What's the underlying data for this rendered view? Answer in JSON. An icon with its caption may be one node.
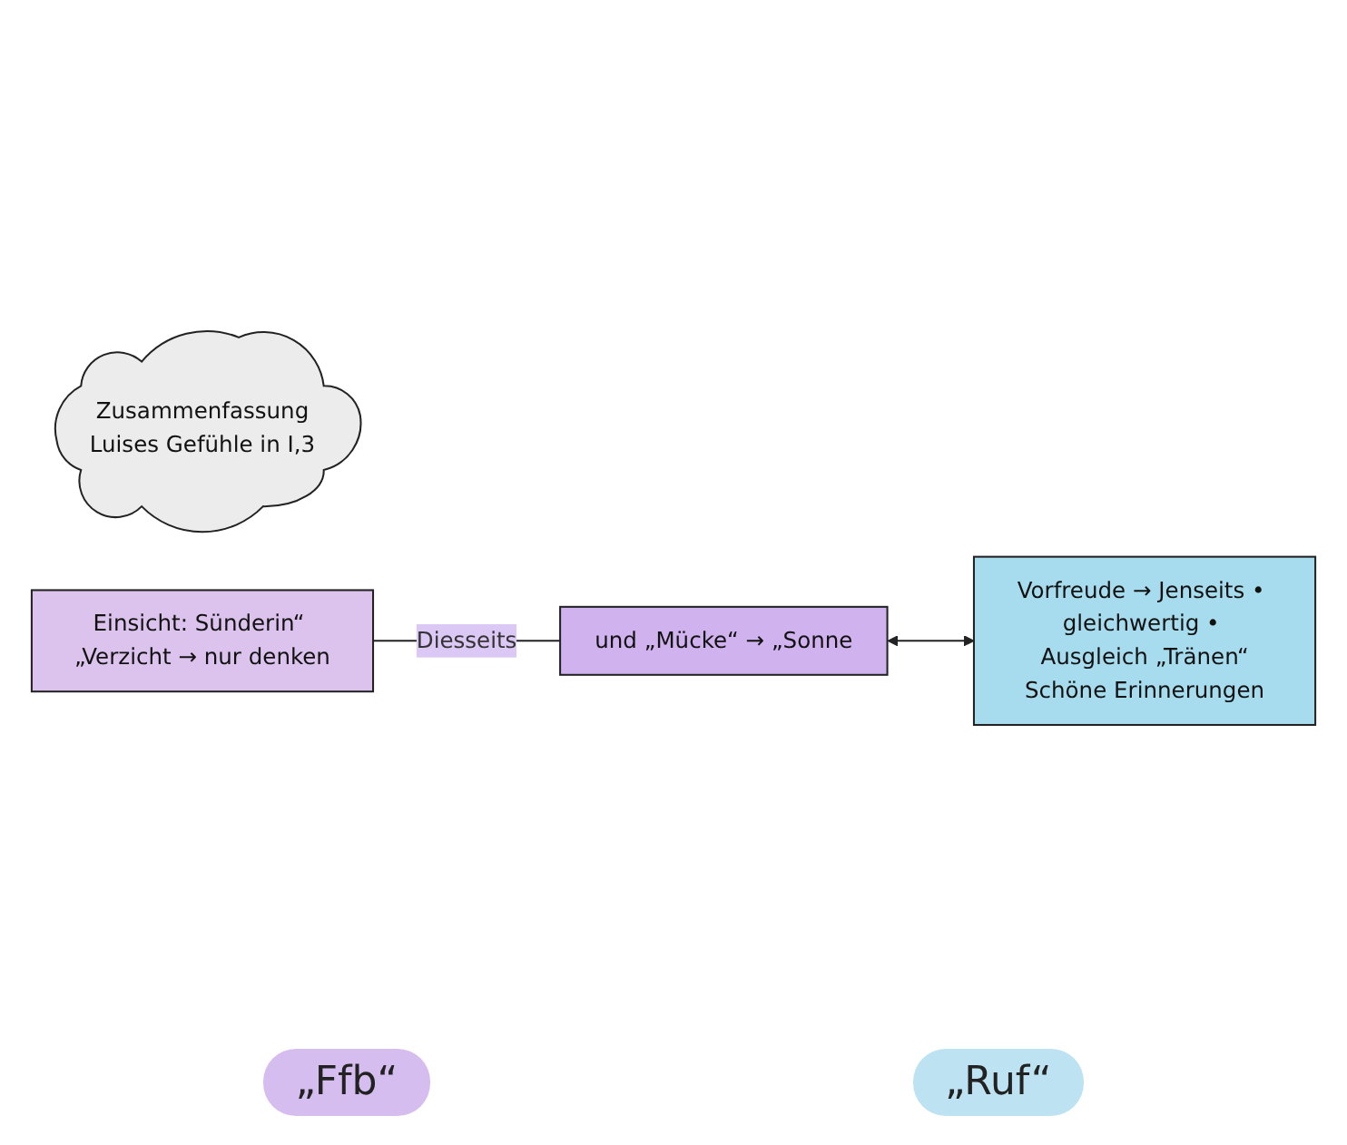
{
  "diagram": {
    "nodes": [
      {
        "text": [
          "Zusammenfassung",
          "Luises Gefühle in I,3"
        ]
      },
      {
        "text": [
          "Einsicht: Sünderin“ „Verzicht → nur denken"
        ]
      },
      {
        "text": [
          "und „Mücke“ → „Sonne"
        ]
      },
      {
        "text": [
          "Vorfreude → Jenseits • gleichwertig • Ausgleich „Tränen“",
          "Schöne Erinnerungen"
        ]
      }
    ],
    "edges": [
      {
        "from": 1,
        "to": 2,
        "arrow": "none",
        "label": "Diesseits"
      },
      {
        "from": 2,
        "to": 3,
        "arrow": "both"
      }
    ],
    "labels": [
      "„Ffb“",
      "„Ruf“"
    ]
  }
}
